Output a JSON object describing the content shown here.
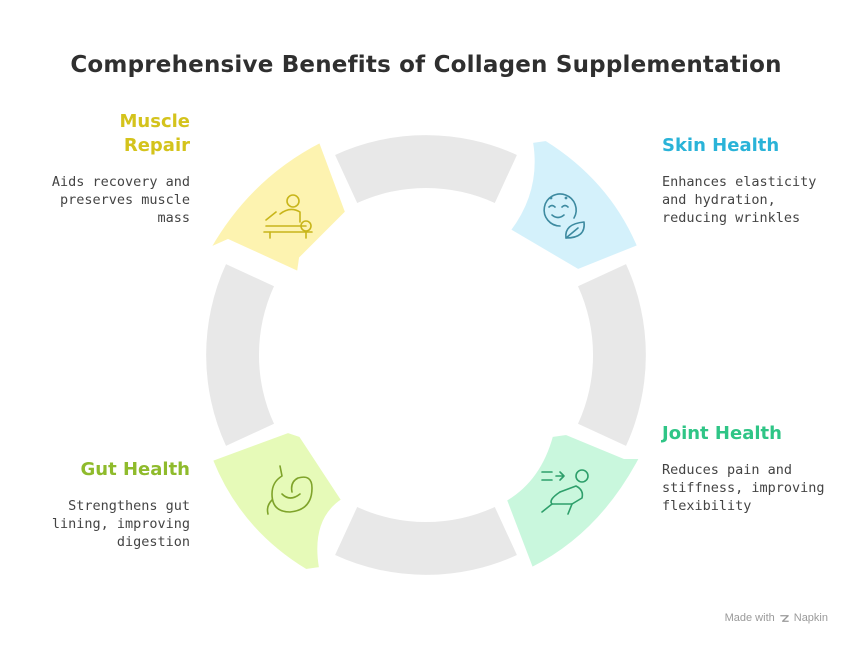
{
  "title": "Comprehensive Benefits of Collagen Supplementation",
  "colors": {
    "ring": "#e8e8e8",
    "muscle_fill": "#fdf3b0",
    "muscle_text": "#d4c31c",
    "muscle_icon": "#c8b51a",
    "skin_fill": "#d4f1fb",
    "skin_text": "#2ab3d8",
    "skin_icon": "#3d8aa0",
    "joint_fill": "#c9f7dd",
    "joint_text": "#2fc586",
    "joint_icon": "#2e9f6b",
    "gut_fill": "#e6fab8",
    "gut_text": "#8fbb2c",
    "gut_icon": "#7fa32a"
  },
  "items": {
    "muscle": {
      "heading": "Muscle\nRepair",
      "description": "Aids recovery and\npreserves muscle\nmass",
      "icon": "massage-icon"
    },
    "skin": {
      "heading": "Skin Health",
      "description": "Enhances elasticity\nand hydration,\nreducing wrinkles",
      "icon": "face-leaf-icon"
    },
    "joint": {
      "heading": "Joint Health",
      "description": "Reduces pain and\nstiffness, improving\nflexibility",
      "icon": "stretching-person-icon"
    },
    "gut": {
      "heading": "Gut Health",
      "description": "Strengthens gut\nlining, improving\ndigestion",
      "icon": "stomach-icon"
    }
  },
  "footer": {
    "made_with": "Made with",
    "brand": "Napkin"
  }
}
